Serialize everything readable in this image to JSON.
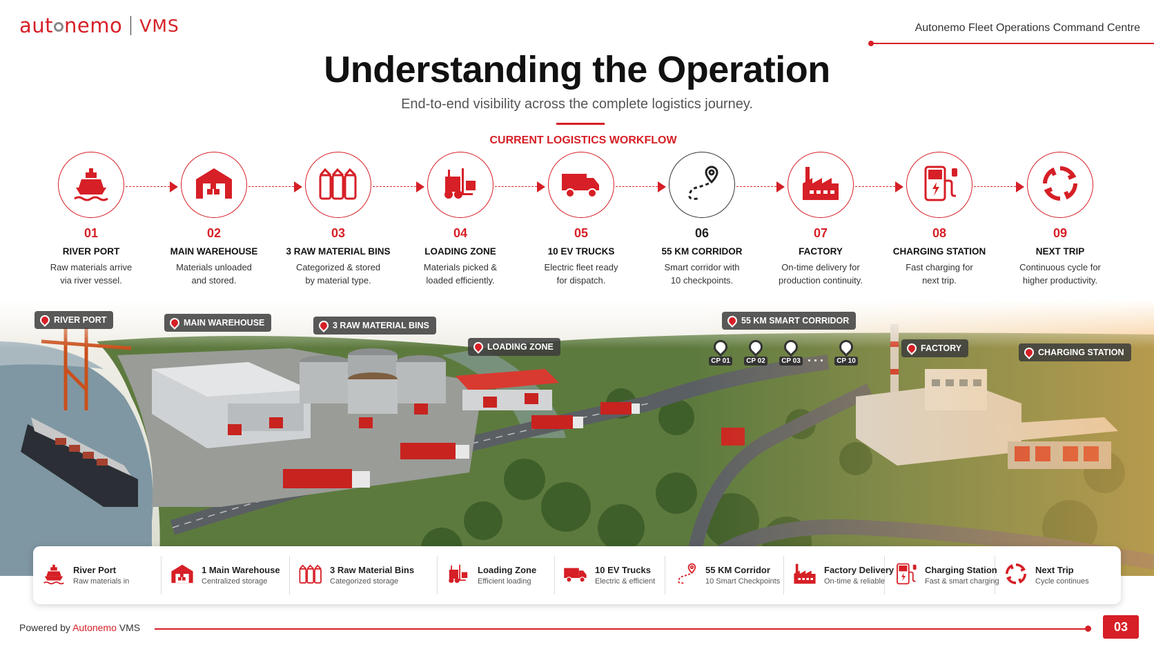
{
  "brand": {
    "logo_text_left": "aut",
    "logo_text_right": "nemo",
    "logo_vms": "VMS",
    "accent": "#d61f26"
  },
  "header": {
    "command_title": "Autonemo Fleet Operations Command Centre"
  },
  "title": "Understanding the Operation",
  "subtitle": "End-to-end visibility across the complete logistics journey.",
  "workflow_label": "CURRENT LOGISTICS WORKFLOW",
  "steps": [
    {
      "num": "01",
      "title": "RIVER PORT",
      "desc1": "Raw materials arrive",
      "desc2": "via river vessel.",
      "icon": "ship-icon"
    },
    {
      "num": "02",
      "title": "MAIN WAREHOUSE",
      "desc1": "Materials unloaded",
      "desc2": "and stored.",
      "icon": "warehouse-icon"
    },
    {
      "num": "03",
      "title": "3 RAW MATERIAL BINS",
      "desc1": "Categorized & stored",
      "desc2": "by material type.",
      "icon": "bins-icon"
    },
    {
      "num": "04",
      "title": "LOADING ZONE",
      "desc1": "Materials picked &",
      "desc2": "loaded efficiently.",
      "icon": "forklift-icon"
    },
    {
      "num": "05",
      "title": "10 EV TRUCKS",
      "desc1": "Electric fleet ready",
      "desc2": "for dispatch.",
      "icon": "truck-icon"
    },
    {
      "num": "06",
      "title": "55 KM CORRIDOR",
      "desc1": "Smart corridor with",
      "desc2": "10 checkpoints.",
      "icon": "route-icon"
    },
    {
      "num": "07",
      "title": "FACTORY",
      "desc1": "On-time delivery for",
      "desc2": "production continuity.",
      "icon": "factory-icon"
    },
    {
      "num": "08",
      "title": "CHARGING STATION",
      "desc1": "Fast charging for",
      "desc2": "next trip.",
      "icon": "charger-icon"
    },
    {
      "num": "09",
      "title": "NEXT TRIP",
      "desc1": "Continuous cycle for",
      "desc2": "higher productivity.",
      "icon": "cycle-icon"
    }
  ],
  "scene_labels": {
    "river_port": "RIVER PORT",
    "main_warehouse": "MAIN WAREHOUSE",
    "raw_material_bins": "3 RAW MATERIAL BINS",
    "loading_zone": "LOADING ZONE",
    "smart_corridor": "55 KM SMART CORRIDOR",
    "factory": "FACTORY",
    "charging_station": "CHARGING STATION"
  },
  "checkpoints": [
    "CP 01",
    "CP 02",
    "CP 03",
    "CP 10"
  ],
  "legend": [
    {
      "title": "River Port",
      "sub": "Raw materials in"
    },
    {
      "title": "1 Main Warehouse",
      "sub": "Centralized storage"
    },
    {
      "title": "3 Raw Material Bins",
      "sub": "Categorized storage"
    },
    {
      "title": "Loading Zone",
      "sub": "Efficient loading"
    },
    {
      "title": "10 EV Trucks",
      "sub": "Electric & efficient"
    },
    {
      "title": "55 KM Corridor",
      "sub": "10 Smart Checkpoints"
    },
    {
      "title": "Factory Delivery",
      "sub": "On-time & reliable"
    },
    {
      "title": "Charging Station",
      "sub": "Fast & smart charging"
    },
    {
      "title": "Next Trip",
      "sub": "Cycle continues"
    }
  ],
  "footer": {
    "powered_by": "Powered by",
    "brand": "Autonemo",
    "product": "VMS",
    "page_number": "03"
  }
}
